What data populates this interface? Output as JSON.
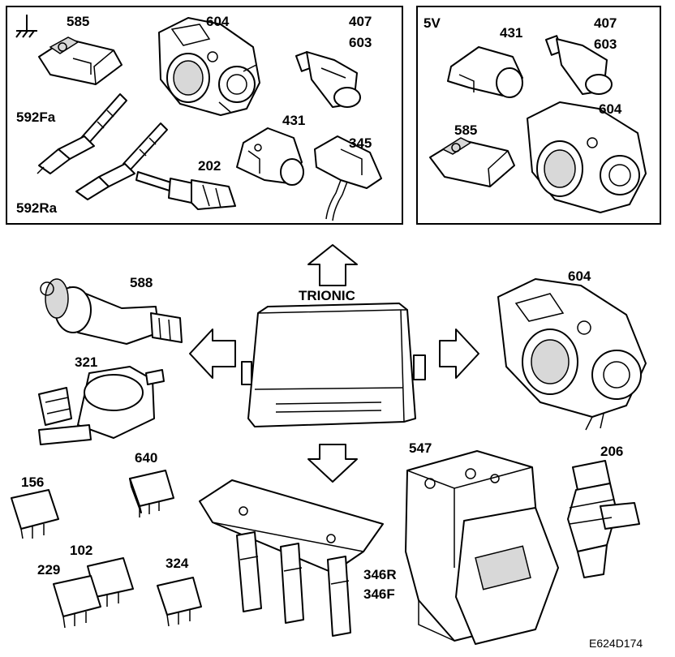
{
  "ground_panel": {
    "ground_symbol_icon": "ground-symbol-icon",
    "components": [
      {
        "key": "c585",
        "label": "585"
      },
      {
        "key": "c604",
        "label": "604"
      },
      {
        "key": "c407",
        "label": "407"
      },
      {
        "key": "c603",
        "label": "603"
      },
      {
        "key": "c592fa",
        "label": "592Fa"
      },
      {
        "key": "c592ra",
        "label": "592Ra"
      },
      {
        "key": "c431",
        "label": "431"
      },
      {
        "key": "c345",
        "label": "345"
      },
      {
        "key": "c202",
        "label": "202"
      }
    ]
  },
  "supply_panel": {
    "voltage_label": "5V",
    "components": [
      {
        "key": "c431",
        "label": "431"
      },
      {
        "key": "c407",
        "label": "407"
      },
      {
        "key": "c603",
        "label": "603"
      },
      {
        "key": "c585",
        "label": "585"
      },
      {
        "key": "c604",
        "label": "604"
      }
    ]
  },
  "center": {
    "ecu_label": "TRIONIC"
  },
  "outputs": [
    {
      "key": "c588",
      "label": "588"
    },
    {
      "key": "c321",
      "label": "321"
    },
    {
      "key": "c604",
      "label": "604"
    },
    {
      "key": "c547",
      "label": "547"
    },
    {
      "key": "c206",
      "label": "206"
    },
    {
      "key": "c640",
      "label": "640"
    },
    {
      "key": "c156",
      "label": "156"
    },
    {
      "key": "c102",
      "label": "102"
    },
    {
      "key": "c229",
      "label": "229"
    },
    {
      "key": "c324",
      "label": "324"
    },
    {
      "key": "c346r",
      "label": "346R"
    },
    {
      "key": "c346f",
      "label": "346F"
    }
  ],
  "figure_code": "E624D174"
}
